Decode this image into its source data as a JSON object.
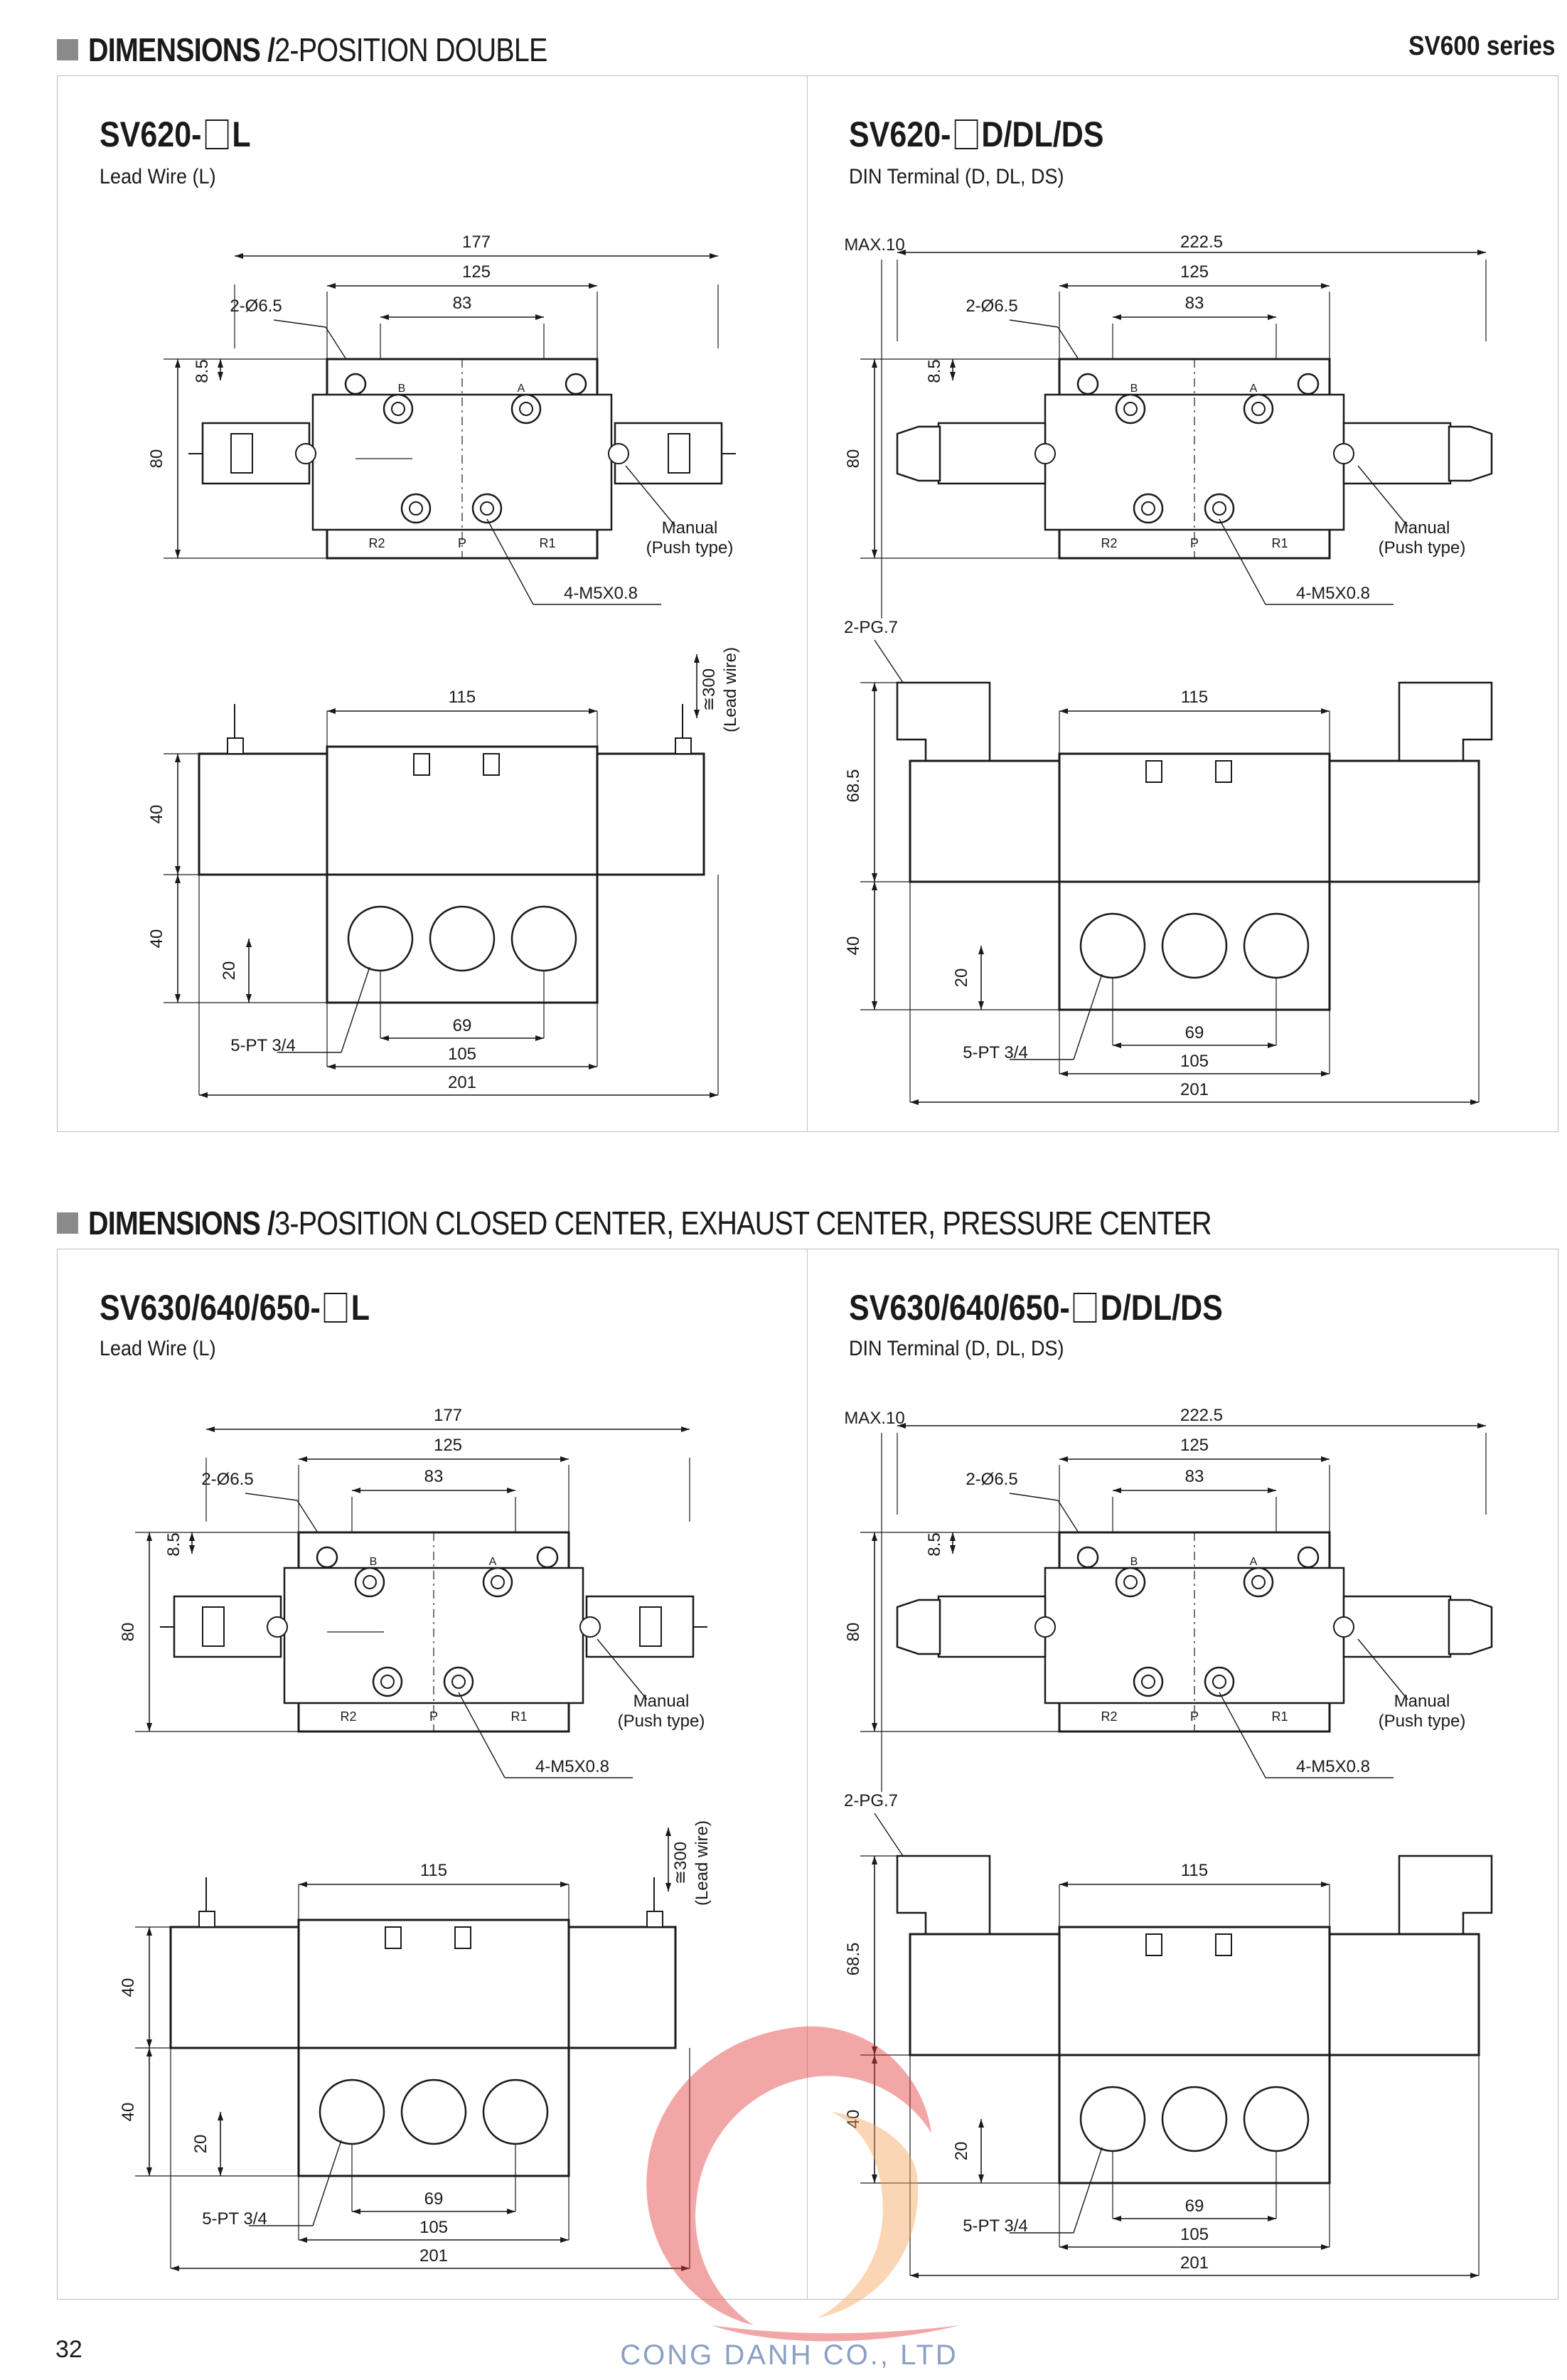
{
  "header": {
    "series": "SV600 series",
    "section1": {
      "bold": "DIMENSIONS /",
      "rest": "2-POSITION DOUBLE"
    },
    "section2": {
      "bold": "DIMENSIONS /",
      "rest": "3-POSITION CLOSED CENTER, EXHAUST CENTER, PRESSURE CENTER"
    }
  },
  "panels": {
    "p1": {
      "model_pre": "SV620-",
      "model_post": "L",
      "sub": "Lead Wire (L)"
    },
    "p2": {
      "model_pre": "SV620-",
      "model_post": "D/DL/DS",
      "sub": "DIN Terminal (D, DL, DS)"
    },
    "p3": {
      "model_pre": "SV630/640/650-",
      "model_post": "L",
      "sub": "Lead Wire (L)"
    },
    "p4": {
      "model_pre": "SV630/640/650-",
      "model_post": "D/DL/DS",
      "sub": "DIN Terminal (D, DL, DS)"
    }
  },
  "dims": {
    "lead": {
      "d177": "177",
      "d125": "125",
      "d83": "83",
      "d2o65": "2-Ø6.5",
      "d85": "8.5",
      "d80": "80",
      "manual": "Manual",
      "push": "(Push type)",
      "m5": "4-M5X0.8",
      "r2": "R2",
      "p": "P",
      "r1": "R1",
      "a": "A",
      "b": "B",
      "d115": "115",
      "d300": "≅300",
      "leadwire": "(Lead wire)",
      "d40a": "40",
      "d40b": "40",
      "d20": "20",
      "d69": "69",
      "d105": "105",
      "d201": "201",
      "pt": "5-PT 3/4"
    },
    "din": {
      "max10": "MAX.10",
      "d2225": "222.5",
      "d125": "125",
      "d83": "83",
      "d2o65": "2-Ø6.5",
      "d85": "8.5",
      "d80": "80",
      "manual": "Manual",
      "push": "(Push type)",
      "m5": "4-M5X0.8",
      "r2": "R2",
      "p": "P",
      "r1": "R1",
      "a": "A",
      "b": "B",
      "pg7": "2-PG.7",
      "d115": "115",
      "d685": "68.5",
      "d40": "40",
      "d20": "20",
      "d69": "69",
      "d105": "105",
      "d201": "201",
      "pt": "5-PT 3/4"
    }
  },
  "footer": {
    "page": "32",
    "company": "CONG DANH CO., LTD"
  },
  "colors": {
    "line": "#1a1a1a",
    "dim": "#333333",
    "square": "#8a8a8a",
    "logo_red": "#e33a3a",
    "logo_orange": "#f3a35a",
    "logo_text": "#8aa0c4"
  }
}
